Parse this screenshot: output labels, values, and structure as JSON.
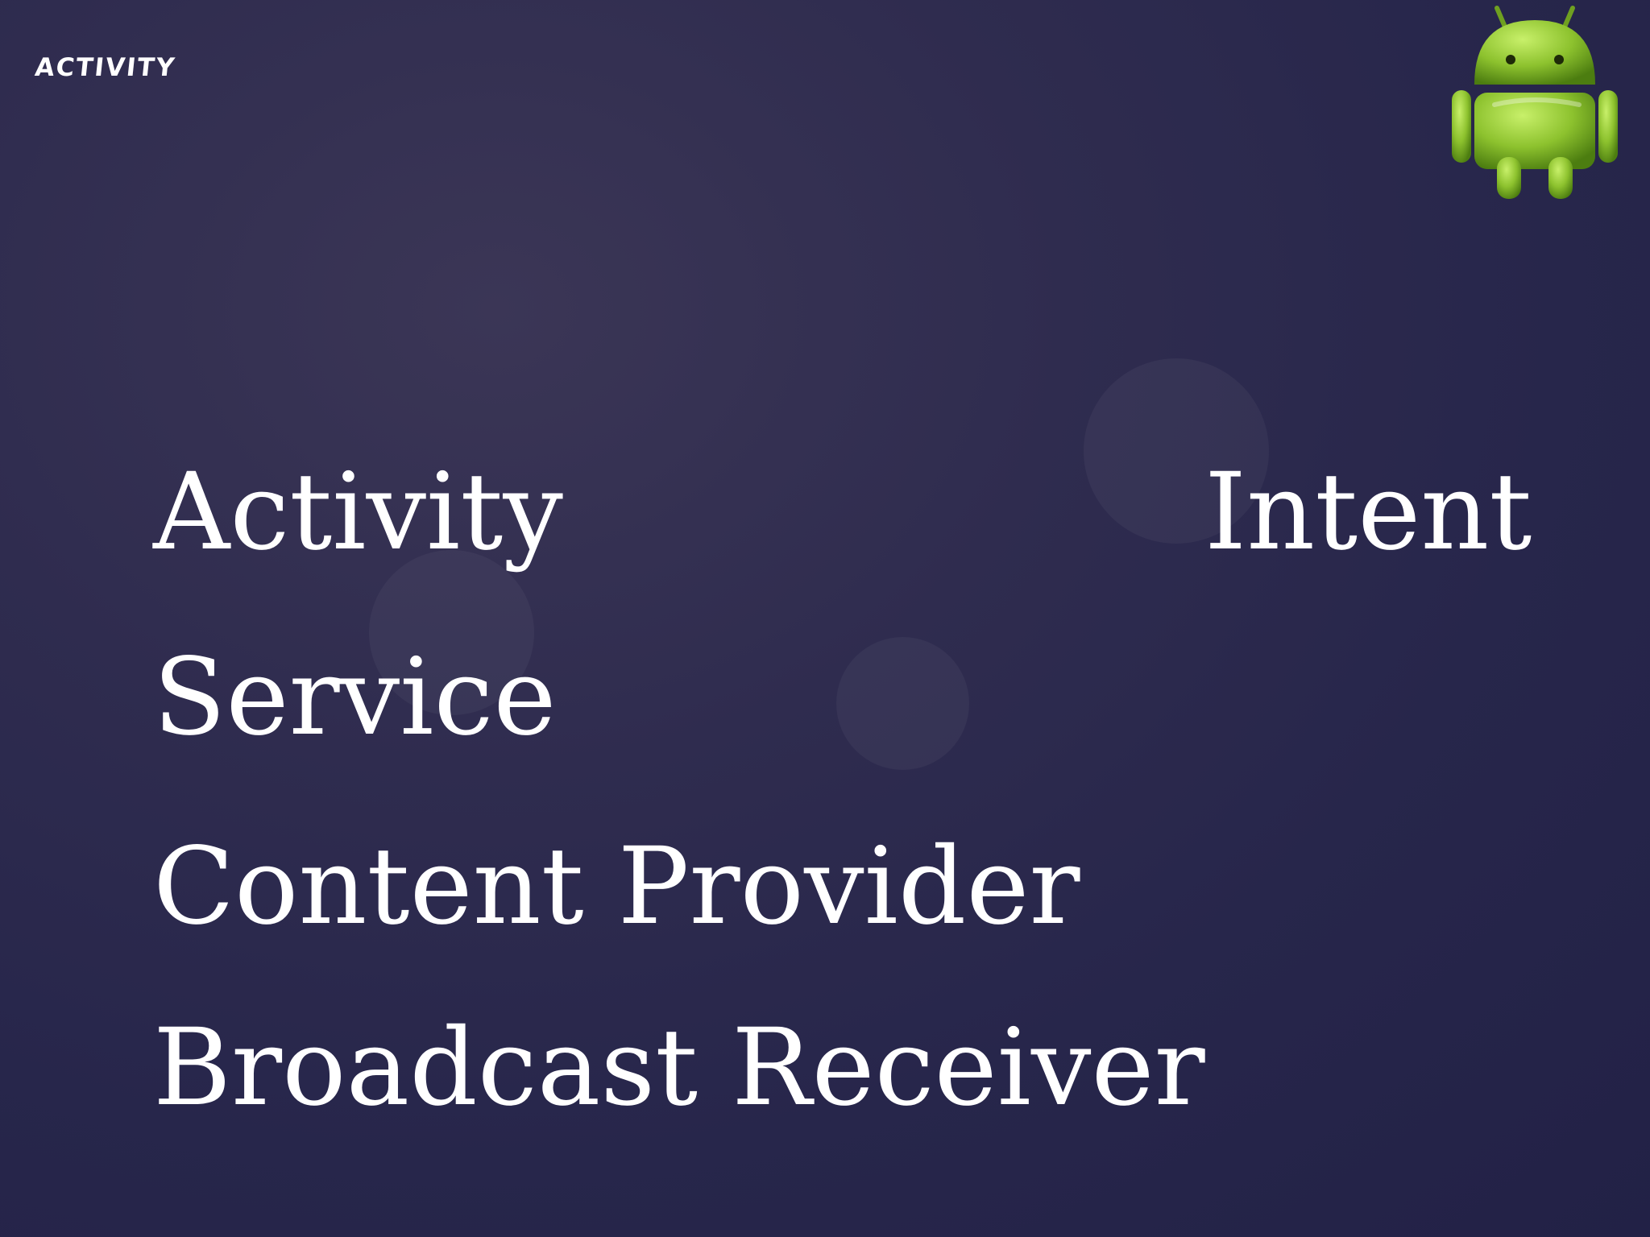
{
  "title": "Activity",
  "logo": "android-robot-icon",
  "components": {
    "activity": "Activity",
    "intent": "Intent",
    "service": "Service",
    "content_provider": "Content Provider",
    "broadcast_receiver": "Broadcast Receiver"
  },
  "colors": {
    "background": "#2a284b",
    "text": "#ffffff",
    "android_green": "#8dc22e"
  }
}
